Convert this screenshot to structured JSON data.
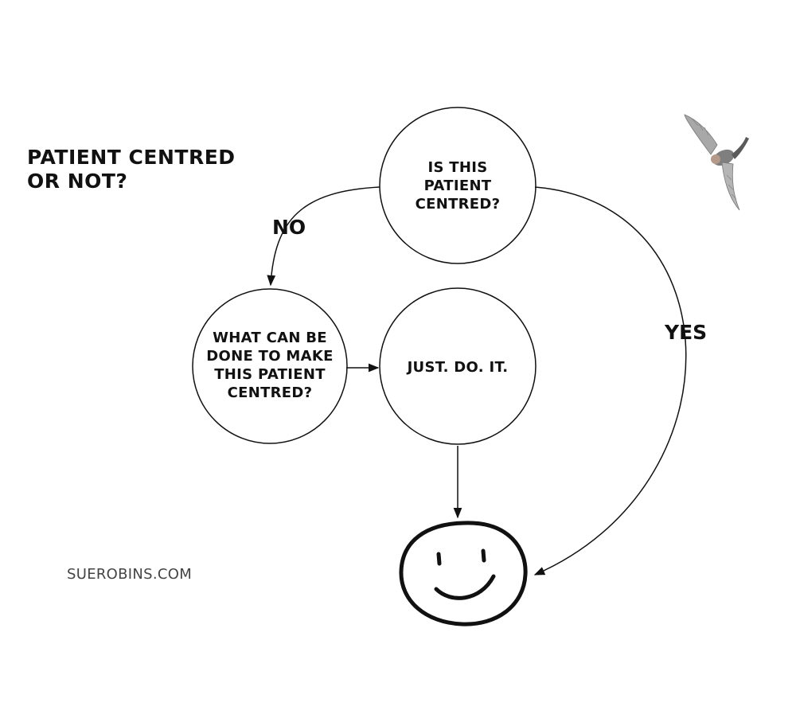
{
  "title": {
    "line1": "PATIENT CENTRED",
    "line2": "OR NOT?"
  },
  "nodes": {
    "question": {
      "lines": [
        "IS THIS",
        "PATIENT",
        "CENTRED?"
      ]
    },
    "improve": {
      "lines": [
        "WHAT CAN BE",
        "DONE TO MAKE",
        "THIS  PATIENT",
        "CENTRED?"
      ]
    },
    "action": {
      "lines": [
        "JUST. DO. IT."
      ]
    },
    "outcome": {
      "icon": "smiley-face-icon"
    }
  },
  "edges": {
    "no_label": "NO",
    "yes_label": "YES"
  },
  "credit": "SUEROBINS.COM",
  "decoration": {
    "icon": "bird-icon"
  }
}
